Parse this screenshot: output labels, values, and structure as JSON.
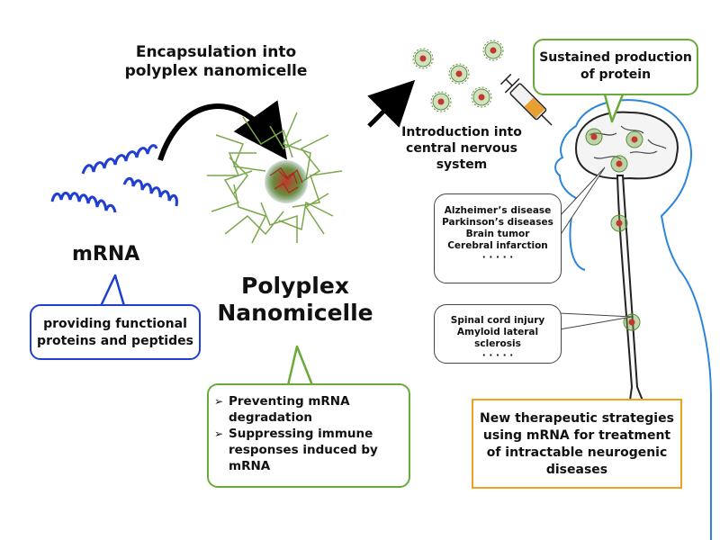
{
  "encapsulation": {
    "line1": "Encapsulation into",
    "line2": "polyplex nanomicelle"
  },
  "mrna": {
    "label": "mRNA",
    "callout": {
      "line1": "providing functional",
      "line2": "proteins and peptides"
    },
    "color": "#1f3fd1"
  },
  "nanomicelle": {
    "title_line1": "Polyplex",
    "title_line2": "Nanomicelle",
    "bullets": [
      {
        "line1": "Preventing mRNA",
        "line2": "degradation",
        "line3": ""
      },
      {
        "line1": "Suppressing immune",
        "line2": "responses induced by",
        "line3": "mRNA"
      }
    ],
    "box_color": "#6aaa3a"
  },
  "introduction": {
    "line1": "Introduction into",
    "line2": "central nervous",
    "line3": "system"
  },
  "sustained": {
    "line1": "Sustained production",
    "line2": "of protein"
  },
  "brain_diseases": {
    "items": [
      "Alzheimer’s disease",
      "Parkinson’s diseases",
      "Brain tumor",
      "Cerebral infarction"
    ],
    "dots": "· · · · ·"
  },
  "spinal_diseases": {
    "items": [
      "Spinal cord injury",
      "Amyloid lateral sclerosis"
    ],
    "dots": "· · · · ·"
  },
  "strategy": {
    "line1": "New therapeutic strategies",
    "line2": "using mRNA for treatment",
    "line3": "of intractable neurogenic",
    "line4": "diseases",
    "box_color": "#f0a020"
  }
}
